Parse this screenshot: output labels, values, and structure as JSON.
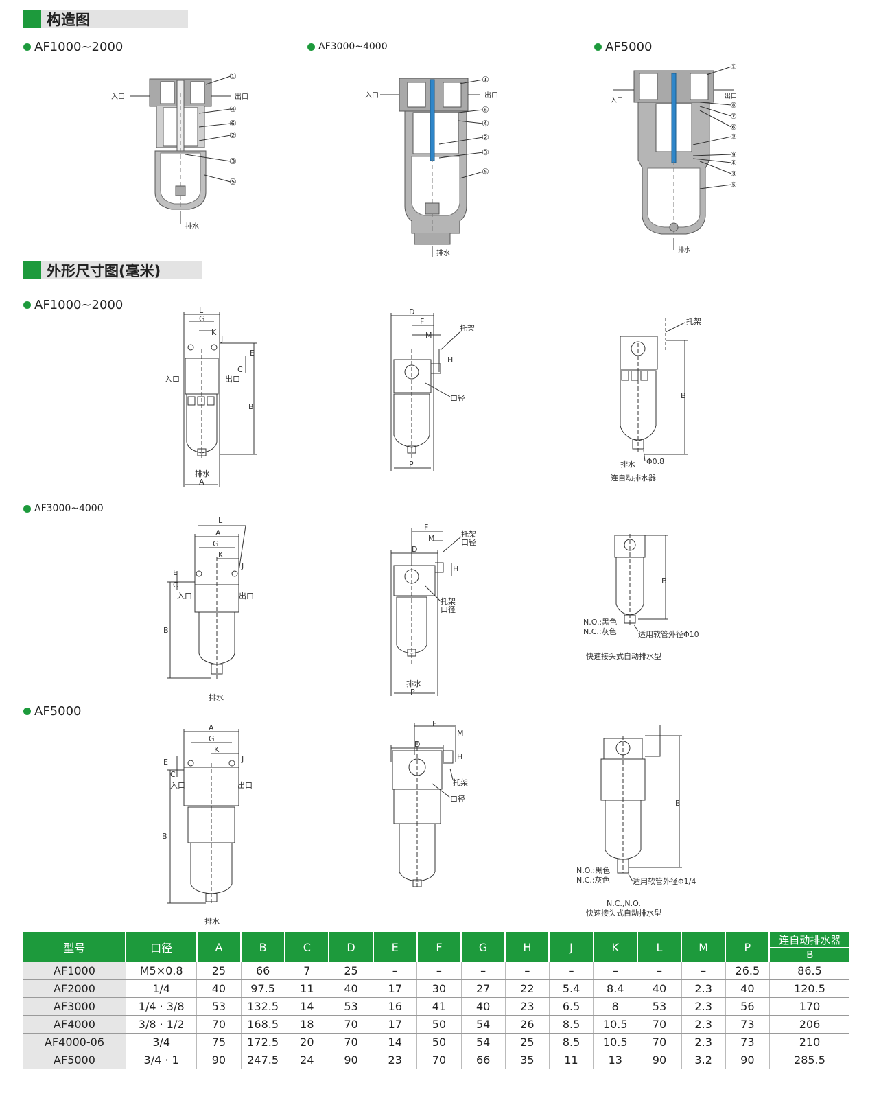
{
  "sections": [
    {
      "title": "构造图"
    },
    {
      "title": "外形尺寸图(毫米)"
    }
  ],
  "structure": {
    "models": [
      "AF1000~2000",
      "AF3000~4000",
      "AF5000"
    ],
    "labels": {
      "inlet": "入口",
      "outlet": "出口",
      "drain": "排水"
    },
    "callouts_1": [
      "①",
      "④",
      "⑥",
      "②",
      "③",
      "⑤"
    ],
    "callouts_2": [
      "①",
      "⑥",
      "④",
      "②",
      "③",
      "⑤"
    ],
    "callouts_3": [
      "①",
      "⑧",
      "⑦",
      "⑥",
      "②",
      "⑨",
      "④",
      "③",
      "⑤"
    ]
  },
  "dimensions": {
    "rows": [
      "AF1000~2000",
      "AF3000~4000",
      "AF5000"
    ],
    "letters": {
      "L": "L",
      "G": "G",
      "K": "K",
      "J": "J",
      "E": "E",
      "C": "C",
      "B": "B",
      "A": "A",
      "D": "D",
      "F": "F",
      "M": "M",
      "H": "H",
      "P": "P"
    },
    "labels": {
      "bracket": "托架",
      "port": "口径",
      "inlet": "入口",
      "outlet": "出口",
      "drain": "排水",
      "phi08": "Φ0.8",
      "auto_drain": "连自动排水器",
      "no_black": "N.O.:黑色",
      "nc_gray": "N.C.:灰色",
      "hose10": "适用软管外径Φ10",
      "hose14": "适用软管外径Φ1/4",
      "quick_auto": "快速接头式自动排水型",
      "ncno": "N.C.,N.O."
    }
  },
  "table": {
    "headers": [
      "型号",
      "口径",
      "A",
      "B",
      "C",
      "D",
      "E",
      "F",
      "G",
      "H",
      "J",
      "K",
      "L",
      "M",
      "P"
    ],
    "last_header_top": "连自动排水器",
    "last_header_bottom": "B",
    "rows": [
      [
        "AF1000",
        "M5×0.8",
        "25",
        "66",
        "7",
        "25",
        "–",
        "–",
        "–",
        "–",
        "–",
        "–",
        "–",
        "–",
        "26.5",
        "86.5"
      ],
      [
        "AF2000",
        "1/4",
        "40",
        "97.5",
        "11",
        "40",
        "17",
        "30",
        "27",
        "22",
        "5.4",
        "8.4",
        "40",
        "2.3",
        "40",
        "120.5"
      ],
      [
        "AF3000",
        "1/4 · 3/8",
        "53",
        "132.5",
        "14",
        "53",
        "16",
        "41",
        "40",
        "23",
        "6.5",
        "8",
        "53",
        "2.3",
        "56",
        "170"
      ],
      [
        "AF4000",
        "3/8 · 1/2",
        "70",
        "168.5",
        "18",
        "70",
        "17",
        "50",
        "54",
        "26",
        "8.5",
        "10.5",
        "70",
        "2.3",
        "73",
        "206"
      ],
      [
        "AF4000-06",
        "3/4",
        "75",
        "172.5",
        "20",
        "70",
        "14",
        "50",
        "54",
        "25",
        "8.5",
        "10.5",
        "70",
        "2.3",
        "73",
        "210"
      ],
      [
        "AF5000",
        "3/4 · 1",
        "90",
        "247.5",
        "24",
        "90",
        "23",
        "70",
        "66",
        "35",
        "11",
        "13",
        "90",
        "3.2",
        "90",
        "285.5"
      ]
    ]
  },
  "colors": {
    "accent": "#1d9a3c",
    "header_bar": "#e3e3e3",
    "rod": "#2f86c9"
  }
}
